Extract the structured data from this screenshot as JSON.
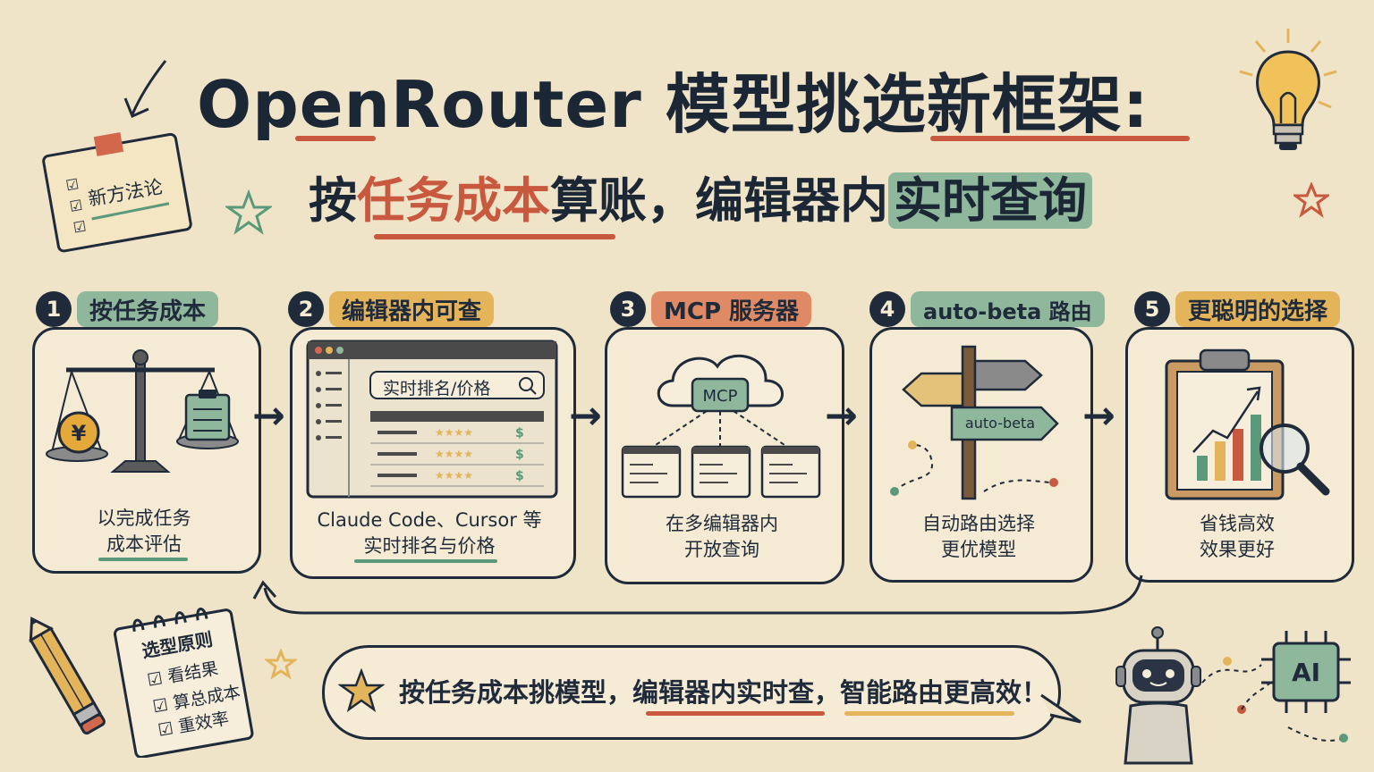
{
  "title": {
    "line1": "OpenRouter 模型挑选新框架:",
    "line2_a": "按",
    "line2_b": "任务成本",
    "line2_c": "算账，编辑器内",
    "line2_d": "实时查询"
  },
  "sticky_note": {
    "label": "新方法论"
  },
  "steps": [
    {
      "num": "1",
      "label": "按任务成本",
      "caption_1": "以完成任务",
      "caption_2": "成本评估",
      "label_color": "#8fb79c"
    },
    {
      "num": "2",
      "label": "编辑器内可查",
      "caption_1": "Claude Code、Cursor 等",
      "caption_2": "实时排名与价格",
      "label_color": "#e4b45a"
    },
    {
      "num": "3",
      "label": "MCP 服务器",
      "caption_1": "在多编辑器内",
      "caption_2": "开放查询",
      "label_color": "#df8a64"
    },
    {
      "num": "4",
      "label": "auto-beta 路由",
      "caption_1": "自动路由选择",
      "caption_2": "更优模型",
      "label_color": "#8fb79c"
    },
    {
      "num": "5",
      "label": "更聪明的选择",
      "caption_1": "省钱高效",
      "caption_2": "效果更好",
      "label_color": "#e4b45a"
    }
  ],
  "editor_mock": {
    "search_placeholder": "实时排名/价格",
    "price_symbol": "$"
  },
  "mcp_icon": {
    "label": "MCP"
  },
  "signpost": {
    "label": "auto-beta"
  },
  "notepad": {
    "title": "选型原则",
    "items": [
      "看结果",
      "算总成本",
      "重效率"
    ]
  },
  "bubble": {
    "text": "按任务成本挑模型，编辑器内实时查，智能路由更高效！"
  },
  "ai_chip": {
    "label": "AI"
  },
  "coin": {
    "label": "¥"
  },
  "colors": {
    "ink": "#1f2a3a",
    "accent_red": "#c8583e",
    "accent_green": "#8fb79c",
    "accent_yellow": "#e4b45a",
    "background": "#efe3c8"
  }
}
